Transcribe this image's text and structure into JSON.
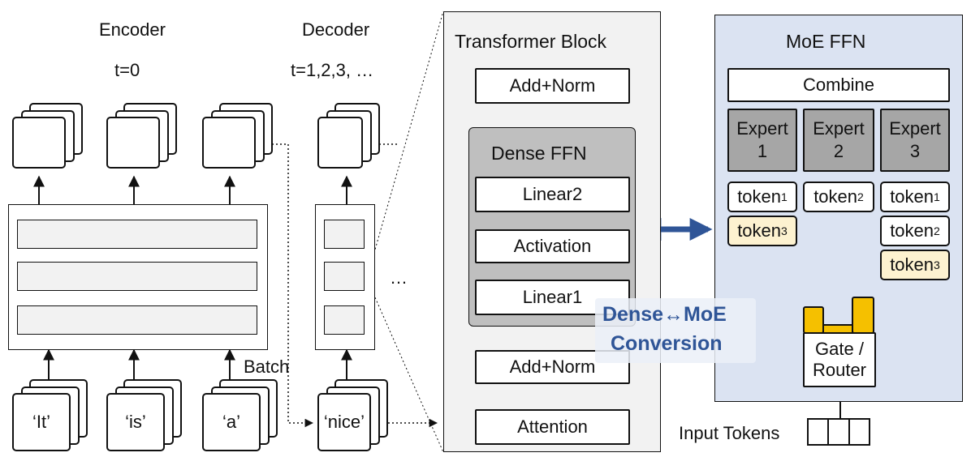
{
  "encoder": {
    "title": "Encoder",
    "timestep": "t=0",
    "inputs": [
      "‘It’",
      "‘is’",
      "‘a’"
    ]
  },
  "decoder": {
    "title": "Decoder",
    "timestep": "t=1,2,3, …",
    "input": "‘nice’",
    "ellipsis": "…"
  },
  "batch_label": "Batch",
  "transformer_block": {
    "title": "Transformer Block",
    "add_norm_top": "Add+Norm",
    "dense_ffn": {
      "title": "Dense FFN",
      "linear2": "Linear2",
      "activation": "Activation",
      "linear1": "Linear1"
    },
    "add_norm_bottom": "Add+Norm",
    "attention": "Attention"
  },
  "conversion_label": {
    "line1": "Dense↔MoE",
    "line2": "Conversion"
  },
  "moe_ffn": {
    "title": "MoE FFN",
    "combine": "Combine",
    "experts": [
      {
        "line1": "Expert",
        "line2": "1"
      },
      {
        "line1": "Expert",
        "line2": "2"
      },
      {
        "line1": "Expert",
        "line2": "3"
      }
    ],
    "tokens": {
      "expert1": [
        {
          "base": "token",
          "sub": "1",
          "highlight": false
        },
        {
          "base": "token",
          "sub": "3",
          "highlight": true
        }
      ],
      "expert2": [
        {
          "base": "token",
          "sub": "2",
          "highlight": false
        }
      ],
      "expert3": [
        {
          "base": "token",
          "sub": "1",
          "highlight": false
        },
        {
          "base": "token",
          "sub": "2",
          "highlight": false
        },
        {
          "base": "token",
          "sub": "3",
          "highlight": true
        }
      ]
    },
    "gate_router": {
      "line1": "Gate /",
      "line2": "Router"
    },
    "input_tokens_label": "Input Tokens"
  },
  "colors": {
    "moe_panel_bg": "#dbe3f2",
    "transformer_panel_bg": "#f2f2f2",
    "dense_ffn_bg": "#bfbfbf",
    "expert_bg": "#a6a6a6",
    "highlight_token": "#fdf2d0",
    "gate_bar": "#f5c000",
    "conversion_text": "#2f5597",
    "arrow_blue": "#2f5597"
  }
}
